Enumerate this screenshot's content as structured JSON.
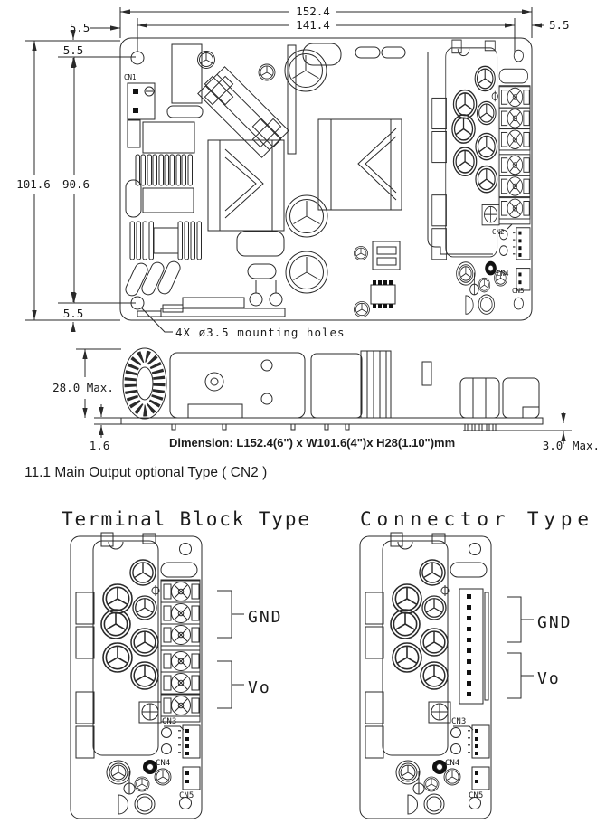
{
  "top_view": {
    "dims": {
      "overall_width": "152.4",
      "hole_width": "141.4",
      "edge_right": "5.5",
      "edge_left": "5.5",
      "edge_top": "5.5",
      "edge_bottom": "5.5",
      "overall_height": "101.6",
      "hole_height": "90.6"
    },
    "mounting_note": "4X ø3.5 mounting holes",
    "labels": {
      "cn1": "CN1",
      "cn2": "CN2",
      "cn4": "CN4",
      "cn5": "CN5"
    }
  },
  "side_view": {
    "dims": {
      "max_height": "28.0 Max.",
      "board_thickness": "1.6",
      "pin_length": "3.0",
      "pin_length_unit": "Max."
    },
    "note": "Dimension: L152.4(6\") x W101.6(4\")x H28(1.10\")mm"
  },
  "section_heading": "11.1 Main Output optional Type ( CN2 )",
  "details": {
    "terminal_block": {
      "title": "Terminal Block Type",
      "cn3": "CN3",
      "cn4": "CN4",
      "cn5": "CN5",
      "gnd": "GND",
      "vo": "Vo"
    },
    "connector": {
      "title": "Connector Type",
      "cn3": "CN3",
      "cn4": "CN4",
      "cn5": "CN5",
      "gnd": "GND",
      "vo": "Vo"
    }
  },
  "colors": {
    "line": "#2a2a2a",
    "fill_dark": "#111111",
    "background": "#ffffff"
  }
}
